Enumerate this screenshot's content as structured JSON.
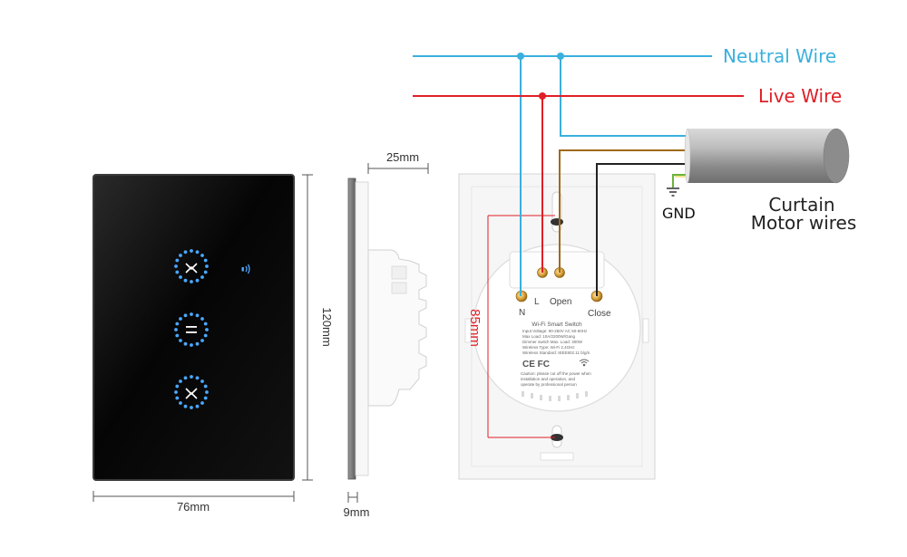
{
  "wires": {
    "neutral_label": "Neutral Wire",
    "live_label": "Live Wire",
    "gnd_label": "GND",
    "motor_label_line1": "Curtain",
    "motor_label_line2": "Motor wires"
  },
  "dimensions": {
    "front_width": "76mm",
    "front_height": "120mm",
    "side_depth": "25mm",
    "side_thickness": "9mm",
    "back_height": "85mm"
  },
  "terminals": {
    "n": "N",
    "l": "L",
    "open": "Open",
    "close": "Close"
  },
  "module": {
    "title": "Wi-Fi Smart Switch",
    "spec1": "Input Voltage: 90-250V AC 50-60Hz",
    "spec2": "Max Load: 10A/2200W/Gang",
    "spec3": "Dimmer switch Max. Load: 300W",
    "spec4": "Wireless Type: Wi-Fi 2.4GHz",
    "spec5": "Wireless Standard: IEEE802.11 b/g/n",
    "marks": "CE FC",
    "caution1": "Caution: please cut off the power when",
    "caution2": "installation and operation, and",
    "caution3": "operate by professional person"
  },
  "colors": {
    "neutral": "#3ab0de",
    "live": "#e01f26",
    "open_wire": "#a06a1a",
    "close_wire": "#222222",
    "touch_blue": "#4aa8ff",
    "panel_black": "#0d0d0d"
  },
  "icons": {
    "up": "chevron-up-icon",
    "stop": "pause-icon",
    "down": "chevron-down-icon",
    "wifi": "wifi-signal-icon"
  }
}
